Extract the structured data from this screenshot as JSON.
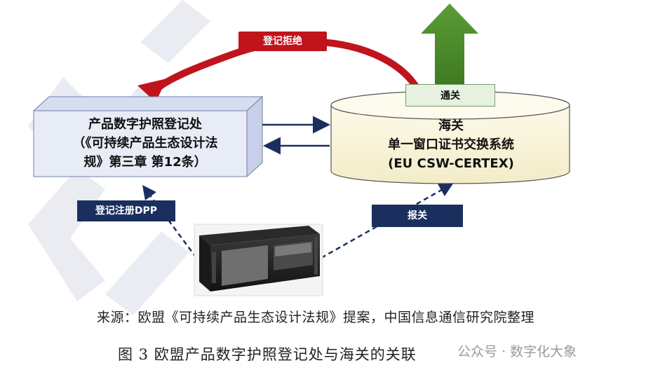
{
  "registry": {
    "line1": "产品数字护照登记处",
    "line2": "（《可持续产品生态设计法",
    "line3": "规》第三章 第12条）"
  },
  "customs": {
    "line1": "海关",
    "line2": "单一窗口证书交换系统",
    "line3": "(EU CSW-CERTEX)"
  },
  "labels": {
    "reject": "登记拒绝",
    "clear": "通关",
    "register_dpp": "登记注册DPP",
    "declare": "报关"
  },
  "source": "来源：欧盟《可持续产品生态设计法规》提案，中国信息通信研究院整理",
  "caption": "图 3 欧盟产品数字护照登记处与海关的关联",
  "wechat_watermark": "公众号 · 数字化大象",
  "colors": {
    "reject_red": "#c0141c",
    "navy": "#1a2f5e",
    "green_arrow": "#4c8a2c",
    "cylinder_fill": "#fbf6de",
    "box_fill": "#e8ecf7"
  }
}
